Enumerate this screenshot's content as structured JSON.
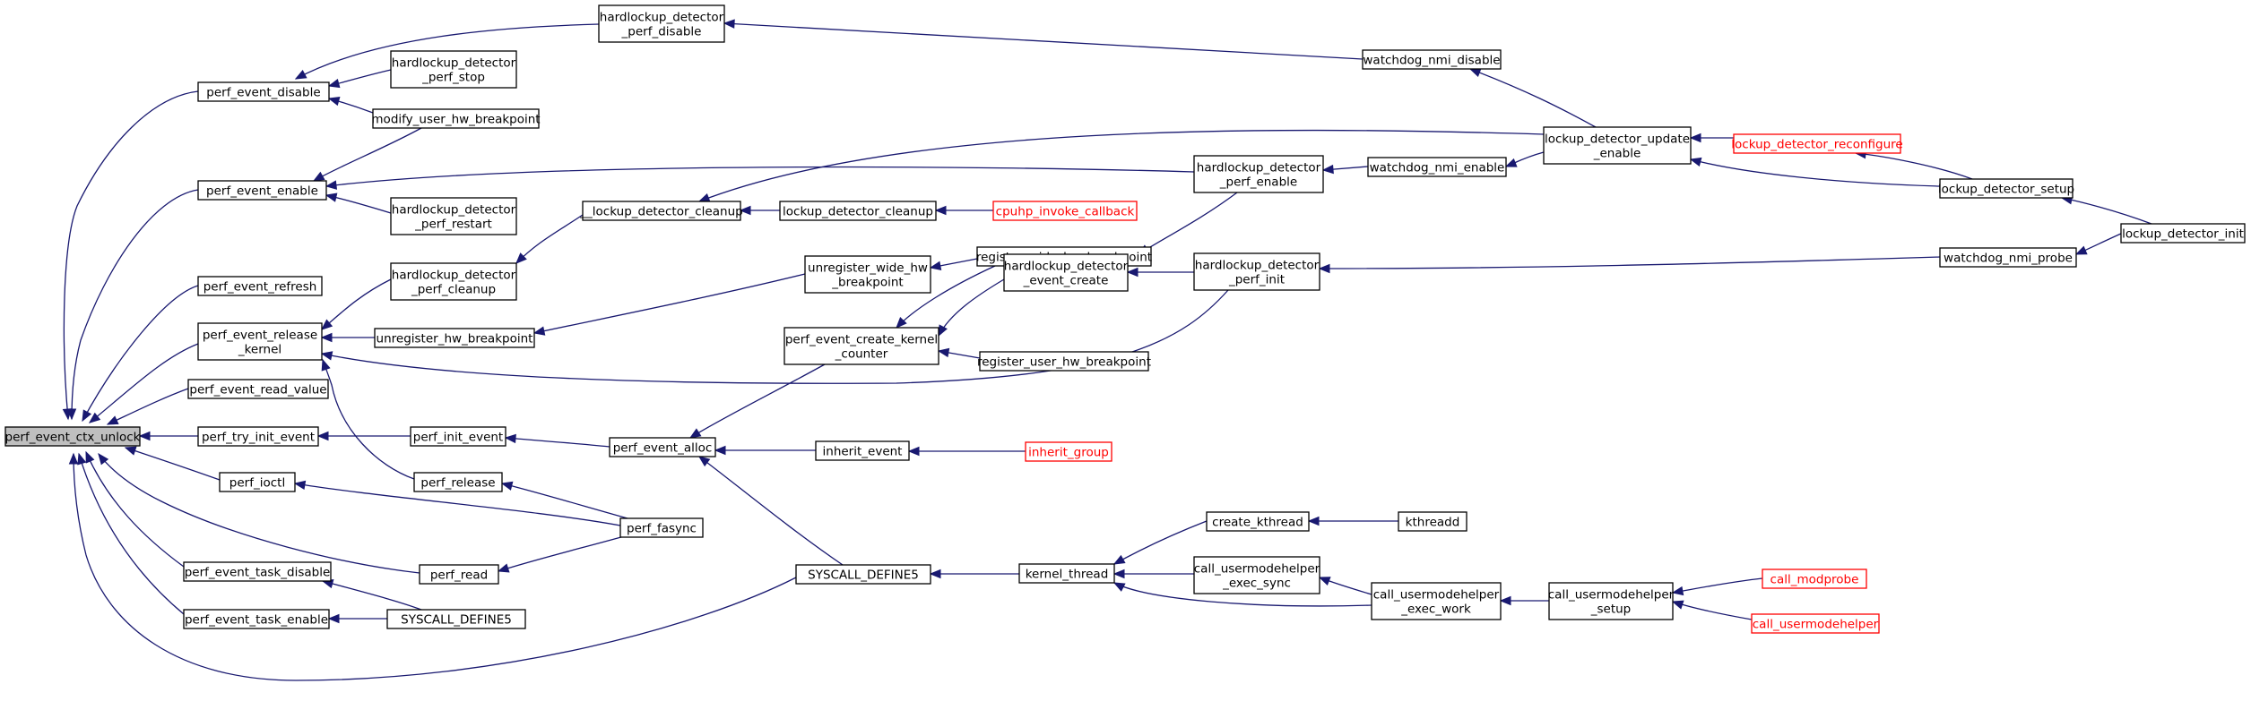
{
  "colors": {
    "edge": "#191970",
    "focus_fill": "#bfbfbf",
    "truncated_border": "#ff0000",
    "border": "#000000",
    "background": "#ffffff"
  },
  "nodes": [
    {
      "id": "n0",
      "lines": [
        "perf_event_ctx_unlock"
      ],
      "style": "focus"
    },
    {
      "id": "n1",
      "lines": [
        "perf_event_disable"
      ]
    },
    {
      "id": "n2",
      "lines": [
        "perf_event_enable"
      ]
    },
    {
      "id": "n3",
      "lines": [
        "perf_event_refresh"
      ]
    },
    {
      "id": "n4",
      "lines": [
        "perf_event_release",
        "_kernel"
      ]
    },
    {
      "id": "n5",
      "lines": [
        "perf_event_read_value"
      ]
    },
    {
      "id": "n6",
      "lines": [
        "perf_try_init_event"
      ]
    },
    {
      "id": "n7",
      "lines": [
        "perf_ioctl"
      ]
    },
    {
      "id": "n8",
      "lines": [
        "perf_event_task_disable"
      ]
    },
    {
      "id": "n9",
      "lines": [
        "perf_event_task_enable"
      ]
    },
    {
      "id": "n10",
      "lines": [
        "hardlockup_detector",
        "_perf_disable"
      ]
    },
    {
      "id": "n11",
      "lines": [
        "hardlockup_detector",
        "_perf_stop"
      ]
    },
    {
      "id": "n12",
      "lines": [
        "modify_user_hw_breakpoint"
      ]
    },
    {
      "id": "n13",
      "lines": [
        "hardlockup_detector",
        "_perf_restart"
      ]
    },
    {
      "id": "n14",
      "lines": [
        "hardlockup_detector",
        "_perf_cleanup"
      ]
    },
    {
      "id": "n15",
      "lines": [
        "unregister_hw_breakpoint"
      ]
    },
    {
      "id": "n16",
      "lines": [
        "perf_init_event"
      ]
    },
    {
      "id": "n17",
      "lines": [
        "perf_release"
      ]
    },
    {
      "id": "n18",
      "lines": [
        "perf_read"
      ]
    },
    {
      "id": "n19",
      "lines": [
        "SYSCALL_DEFINE5"
      ]
    },
    {
      "id": "n20",
      "lines": [
        "__lockup_detector_cleanup"
      ]
    },
    {
      "id": "n21",
      "lines": [
        "perf_event_alloc"
      ]
    },
    {
      "id": "n22",
      "lines": [
        "perf_fasync"
      ]
    },
    {
      "id": "n23",
      "lines": [
        "unregister_wide_hw",
        "_breakpoint"
      ]
    },
    {
      "id": "n24",
      "lines": [
        "perf_event_create_kernel",
        "_counter"
      ]
    },
    {
      "id": "n25",
      "lines": [
        "SYSCALL_DEFINE5"
      ]
    },
    {
      "id": "n26",
      "lines": [
        "lockup_detector_cleanup"
      ]
    },
    {
      "id": "n27",
      "lines": [
        "inherit_event"
      ]
    },
    {
      "id": "n28",
      "lines": [
        "kernel_thread"
      ]
    },
    {
      "id": "n29",
      "lines": [
        "register_wide_hw_breakpoint"
      ]
    },
    {
      "id": "n30",
      "lines": [
        "hardlockup_detector",
        "_event_create"
      ]
    },
    {
      "id": "n31",
      "lines": [
        "register_user_hw_breakpoint"
      ]
    },
    {
      "id": "n32",
      "lines": [
        "cpuhp_invoke_callback"
      ],
      "style": "trunc"
    },
    {
      "id": "n33",
      "lines": [
        "inherit_group"
      ],
      "style": "trunc"
    },
    {
      "id": "n34",
      "lines": [
        "hardlockup_detector",
        "_perf_enable"
      ]
    },
    {
      "id": "n35",
      "lines": [
        "hardlockup_detector",
        "_perf_init"
      ]
    },
    {
      "id": "n36",
      "lines": [
        "create_kthread"
      ]
    },
    {
      "id": "n37",
      "lines": [
        "call_usermodehelper",
        "_exec_sync"
      ]
    },
    {
      "id": "n38",
      "lines": [
        "watchdog_nmi_disable"
      ]
    },
    {
      "id": "n39",
      "lines": [
        "watchdog_nmi_enable"
      ]
    },
    {
      "id": "n40",
      "lines": [
        "kthreadd"
      ]
    },
    {
      "id": "n41",
      "lines": [
        "call_usermodehelper",
        "_exec_work"
      ]
    },
    {
      "id": "n42",
      "lines": [
        "lockup_detector_update",
        "_enable"
      ]
    },
    {
      "id": "n43",
      "lines": [
        "call_usermodehelper",
        "_setup"
      ]
    },
    {
      "id": "n44",
      "lines": [
        "lockup_detector_reconfigure"
      ],
      "style": "trunc"
    },
    {
      "id": "n45",
      "lines": [
        "lockup_detector_setup"
      ]
    },
    {
      "id": "n46",
      "lines": [
        "watchdog_nmi_probe"
      ]
    },
    {
      "id": "n47",
      "lines": [
        "call_modprobe"
      ],
      "style": "trunc"
    },
    {
      "id": "n48",
      "lines": [
        "call_usermodehelper"
      ],
      "style": "trunc"
    },
    {
      "id": "n49",
      "lines": [
        "lockup_detector_init"
      ]
    }
  ],
  "edges": [
    [
      "n1",
      "n0"
    ],
    [
      "n2",
      "n0"
    ],
    [
      "n3",
      "n0"
    ],
    [
      "n4",
      "n0"
    ],
    [
      "n5",
      "n0"
    ],
    [
      "n6",
      "n0"
    ],
    [
      "n7",
      "n0"
    ],
    [
      "n8",
      "n0"
    ],
    [
      "n9",
      "n0"
    ],
    [
      "n18",
      "n0"
    ],
    [
      "n25",
      "n0"
    ],
    [
      "n10",
      "n1"
    ],
    [
      "n11",
      "n1"
    ],
    [
      "n12",
      "n1"
    ],
    [
      "n34",
      "n2"
    ],
    [
      "n12",
      "n2"
    ],
    [
      "n13",
      "n2"
    ],
    [
      "n14",
      "n4"
    ],
    [
      "n15",
      "n4"
    ],
    [
      "n35",
      "n4"
    ],
    [
      "n17",
      "n4"
    ],
    [
      "n16",
      "n6"
    ],
    [
      "n22",
      "n7"
    ],
    [
      "n19",
      "n8"
    ],
    [
      "n19",
      "n9"
    ],
    [
      "n38",
      "n10"
    ],
    [
      "n20",
      "n14"
    ],
    [
      "n23",
      "n15"
    ],
    [
      "n21",
      "n16"
    ],
    [
      "n22",
      "n17"
    ],
    [
      "n22",
      "n18"
    ],
    [
      "n28",
      "n25"
    ],
    [
      "n42",
      "n20"
    ],
    [
      "n26",
      "n20"
    ],
    [
      "n24",
      "n21"
    ],
    [
      "n27",
      "n21"
    ],
    [
      "n25",
      "n21"
    ],
    [
      "n29",
      "n23"
    ],
    [
      "n29",
      "n24"
    ],
    [
      "n30",
      "n24"
    ],
    [
      "n31",
      "n24"
    ],
    [
      "n32",
      "n26"
    ],
    [
      "n33",
      "n27"
    ],
    [
      "n36",
      "n28"
    ],
    [
      "n37",
      "n28"
    ],
    [
      "n41",
      "n28"
    ],
    [
      "n35",
      "n30"
    ],
    [
      "n34",
      "n30"
    ],
    [
      "n39",
      "n34"
    ],
    [
      "n46",
      "n35"
    ],
    [
      "n40",
      "n36"
    ],
    [
      "n41",
      "n37"
    ],
    [
      "n42",
      "n38"
    ],
    [
      "n42",
      "n39"
    ],
    [
      "n43",
      "n41"
    ],
    [
      "n44",
      "n42"
    ],
    [
      "n45",
      "n42"
    ],
    [
      "n47",
      "n43"
    ],
    [
      "n48",
      "n43"
    ],
    [
      "n45",
      "n44"
    ],
    [
      "n49",
      "n45"
    ],
    [
      "n49",
      "n46"
    ]
  ]
}
